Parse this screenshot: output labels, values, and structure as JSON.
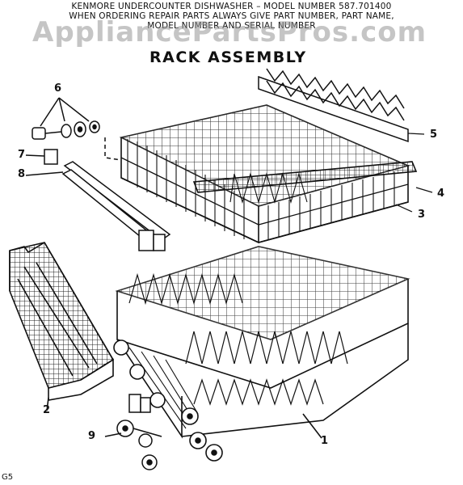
{
  "header": {
    "line1": "KENMORE UNDERCOUNTER DISHWASHER – MODEL NUMBER 587.701400",
    "line2": "WHEN ORDERING REPAIR PARTS ALWAYS GIVE PART NUMBER, PART NAME,",
    "line3": "MODEL NUMBER AND SERIAL NUMBER"
  },
  "watermark": "AppliancePartsPros.com",
  "title": "RACK ASSEMBLY",
  "callouts": [
    "1",
    "2",
    "3",
    "4",
    "5",
    "6",
    "7",
    "8",
    "9"
  ],
  "footer_code": "G5"
}
